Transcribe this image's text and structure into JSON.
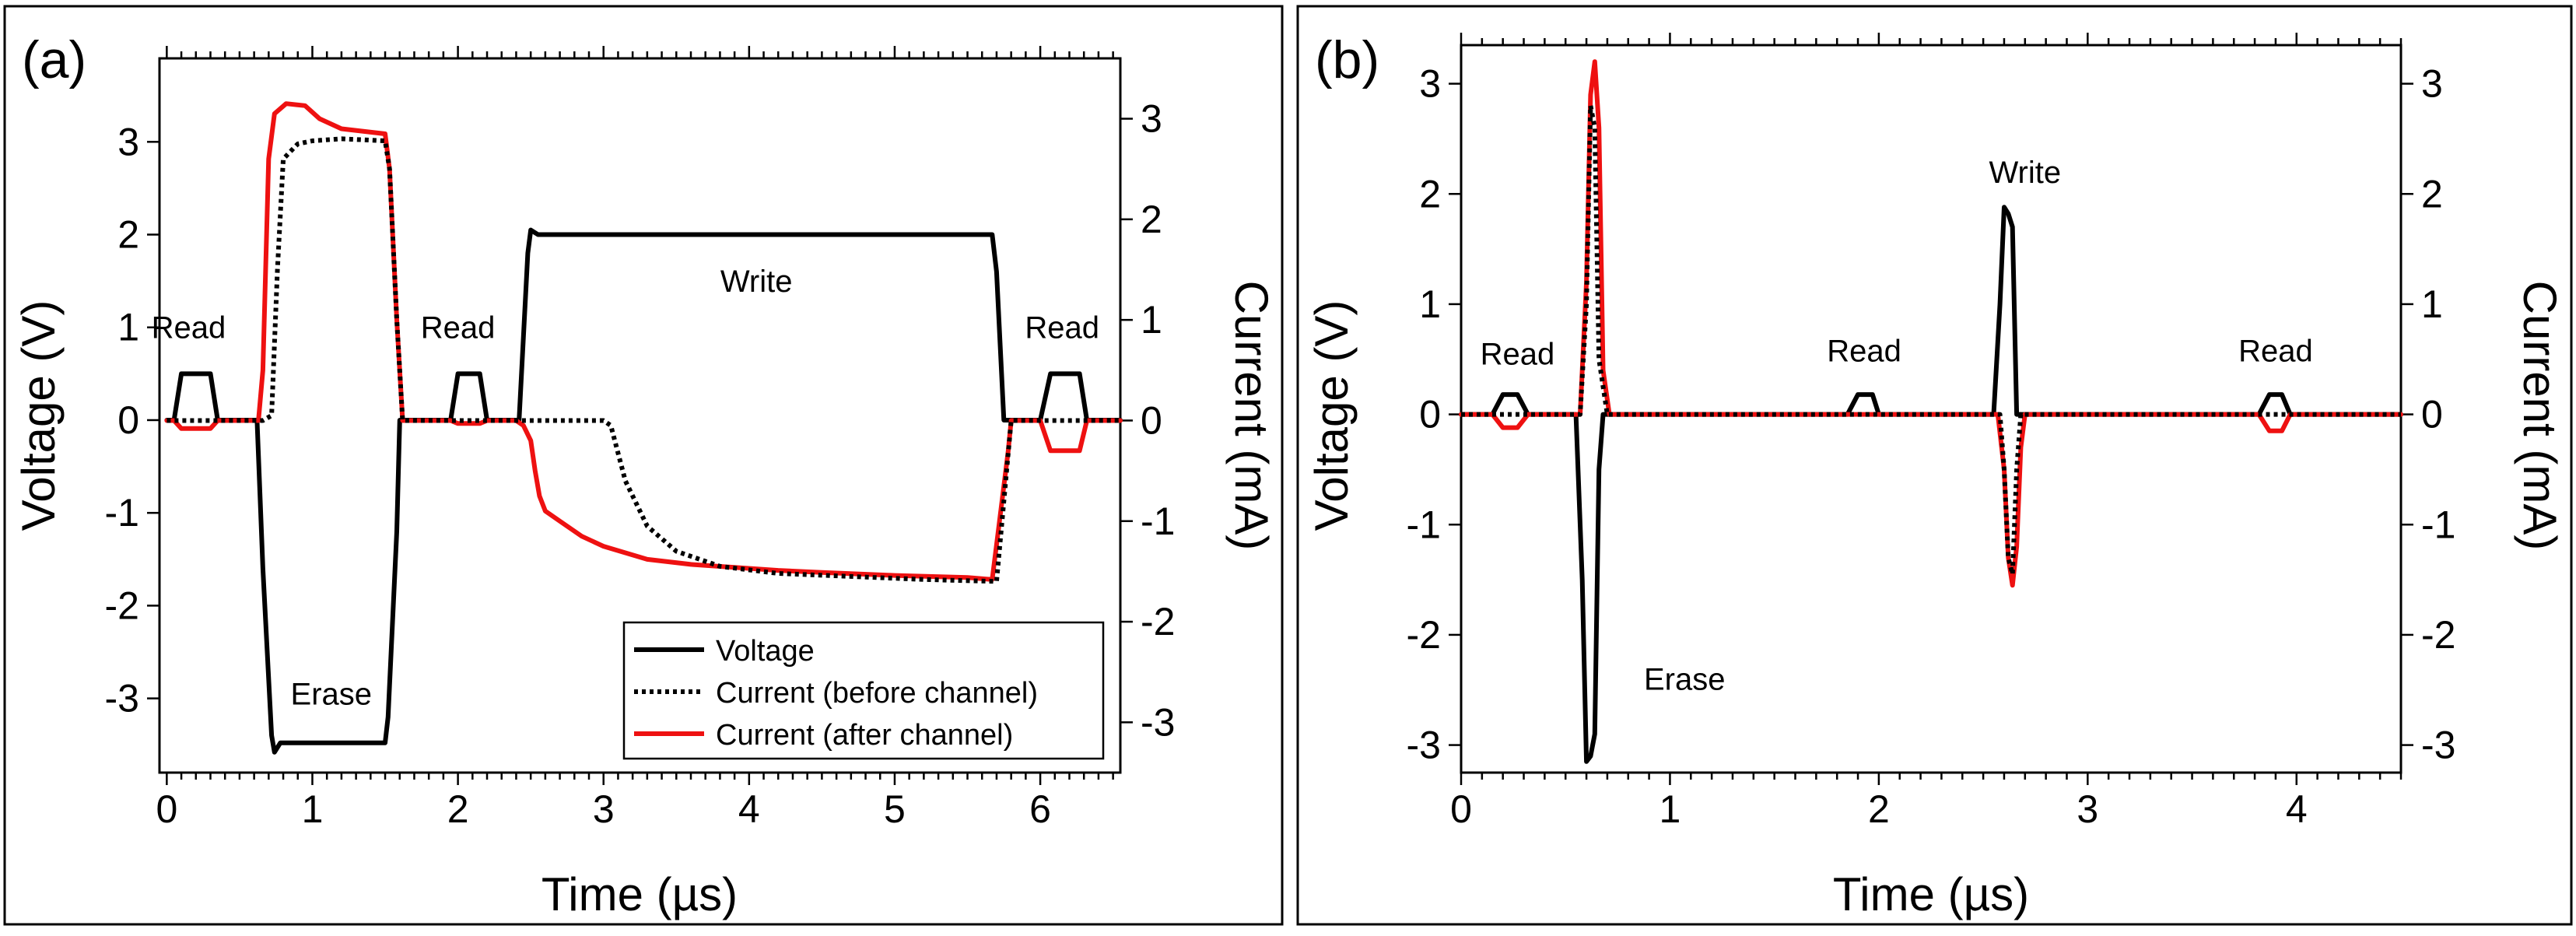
{
  "chart_data": [
    {
      "id": "a",
      "type": "line",
      "panel_label": "(a)",
      "xlabel": "Time (µs)",
      "ylabel_left": "Voltage (V)",
      "ylabel_right": "Current (mA)",
      "xlim": [
        -0.05,
        6.55
      ],
      "ylim_left": [
        -3.8,
        3.9
      ],
      "ylim_right": [
        -3.5,
        3.6
      ],
      "xticks": [
        0,
        1,
        2,
        3,
        4,
        5,
        6
      ],
      "yticks_left": [
        -3,
        -2,
        -1,
        0,
        1,
        2,
        3
      ],
      "yticks_right": [
        -3,
        -2,
        -1,
        0,
        1,
        2,
        3
      ],
      "xtick_labels": [
        "0",
        "1",
        "2",
        "3",
        "4",
        "5",
        "6"
      ],
      "ytick_labels_left": [
        "-3",
        "-2",
        "-1",
        "0",
        "1",
        "2",
        "3"
      ],
      "ytick_labels_right": [
        "-3",
        "-2",
        "-1",
        "0",
        "1",
        "2",
        "3"
      ],
      "legend": {
        "position": "bottom-right",
        "entries": [
          "Voltage",
          "Current (before channel)",
          "Current (after channel)"
        ]
      },
      "annotations": [
        {
          "text": "Read",
          "x": 0.15,
          "y": 1.0
        },
        {
          "text": "Erase",
          "x": 1.13,
          "y": -2.95
        },
        {
          "text": "Read",
          "x": 2.0,
          "y": 1.0
        },
        {
          "text": "Write",
          "x": 4.05,
          "y": 1.5
        },
        {
          "text": "Read",
          "x": 6.15,
          "y": 1.0
        }
      ],
      "series": [
        {
          "name": "Voltage",
          "axis": "left",
          "color": "#000000",
          "dash": "solid",
          "x": [
            0.0,
            0.05,
            0.1,
            0.3,
            0.35,
            0.4,
            0.62,
            0.66,
            0.72,
            0.74,
            0.78,
            1.5,
            1.52,
            1.58,
            1.6,
            1.95,
            2.0,
            2.05,
            2.15,
            2.2,
            2.25,
            2.42,
            2.48,
            2.5,
            2.55,
            5.67,
            5.7,
            5.75,
            6.0,
            6.07,
            6.12,
            6.27,
            6.32,
            6.4,
            6.55
          ],
          "y": [
            0.0,
            0.0,
            0.5,
            0.5,
            0.0,
            0.0,
            0.0,
            -1.6,
            -3.4,
            -3.58,
            -3.48,
            -3.48,
            -3.2,
            -1.2,
            0.0,
            0.0,
            0.5,
            0.5,
            0.5,
            0.0,
            0.0,
            0.0,
            1.8,
            2.05,
            2.0,
            2.0,
            1.6,
            0.0,
            0.0,
            0.5,
            0.5,
            0.5,
            0.0,
            0.0,
            0.0
          ]
        },
        {
          "name": "Current (before channel)",
          "axis": "right",
          "color": "#000000",
          "dash": "dotted",
          "x": [
            0.0,
            0.66,
            0.72,
            0.76,
            0.8,
            0.9,
            1.0,
            1.2,
            1.5,
            1.53,
            1.58,
            1.62,
            3.0,
            3.05,
            3.15,
            3.3,
            3.5,
            3.8,
            4.2,
            4.7,
            5.2,
            5.7,
            5.75,
            5.8,
            6.55
          ],
          "y": [
            0.0,
            0.0,
            0.05,
            1.5,
            2.6,
            2.75,
            2.78,
            2.8,
            2.78,
            2.5,
            1.0,
            0.0,
            0.0,
            -0.05,
            -0.6,
            -1.05,
            -1.3,
            -1.45,
            -1.52,
            -1.55,
            -1.58,
            -1.6,
            -0.8,
            0.0,
            0.0
          ]
        },
        {
          "name": "Current (after channel)",
          "axis": "right",
          "color": "#ee1111",
          "dash": "solid",
          "x": [
            0.0,
            0.05,
            0.1,
            0.3,
            0.35,
            0.4,
            0.63,
            0.66,
            0.7,
            0.74,
            0.82,
            0.95,
            1.05,
            1.2,
            1.5,
            1.53,
            1.58,
            1.62,
            1.95,
            2.0,
            2.15,
            2.2,
            2.4,
            2.45,
            2.5,
            2.53,
            2.56,
            2.6,
            2.7,
            2.85,
            3.0,
            3.3,
            3.6,
            3.9,
            4.2,
            4.5,
            5.0,
            5.5,
            5.67,
            5.72,
            5.78,
            5.8,
            6.0,
            6.07,
            6.12,
            6.27,
            6.32,
            6.4,
            6.55
          ],
          "y": [
            0.0,
            0.0,
            -0.08,
            -0.08,
            0.0,
            0.0,
            0.0,
            0.5,
            2.6,
            3.05,
            3.15,
            3.13,
            3.0,
            2.9,
            2.85,
            2.5,
            1.0,
            0.0,
            0.0,
            -0.03,
            -0.03,
            0.0,
            0.0,
            -0.05,
            -0.2,
            -0.5,
            -0.75,
            -0.9,
            -1.0,
            -1.15,
            -1.25,
            -1.38,
            -1.43,
            -1.46,
            -1.49,
            -1.51,
            -1.54,
            -1.56,
            -1.58,
            -1.0,
            -0.3,
            0.0,
            0.0,
            -0.3,
            -0.3,
            -0.3,
            0.0,
            0.0,
            0.0
          ]
        }
      ]
    },
    {
      "id": "b",
      "type": "line",
      "panel_label": "(b)",
      "xlabel": "Time (µs)",
      "ylabel_left": "Voltage (V)",
      "ylabel_right": "Current (mA)",
      "xlim": [
        0.0,
        4.5
      ],
      "ylim_left": [
        -3.25,
        3.35
      ],
      "ylim_right": [
        -3.25,
        3.35
      ],
      "xticks": [
        0,
        1,
        2,
        3,
        4
      ],
      "yticks_left": [
        -3,
        -2,
        -1,
        0,
        1,
        2,
        3
      ],
      "yticks_right": [
        -3,
        -2,
        -1,
        0,
        1,
        2,
        3
      ],
      "xtick_labels": [
        "0",
        "1",
        "2",
        "3",
        "4"
      ],
      "ytick_labels_left": [
        "-3",
        "-2",
        "-1",
        "0",
        "1",
        "2",
        "3"
      ],
      "ytick_labels_right": [
        "-3",
        "-2",
        "-1",
        "0",
        "1",
        "2",
        "3"
      ],
      "annotations": [
        {
          "text": "Read",
          "x": 0.27,
          "y": 0.55
        },
        {
          "text": "Erase",
          "x": 1.07,
          "y": -2.4
        },
        {
          "text": "Read",
          "x": 1.93,
          "y": 0.58
        },
        {
          "text": "Write",
          "x": 2.7,
          "y": 2.2
        },
        {
          "text": "Read",
          "x": 3.9,
          "y": 0.58
        }
      ],
      "series": [
        {
          "name": "Voltage",
          "axis": "left",
          "color": "#000000",
          "dash": "solid",
          "x": [
            0.0,
            0.15,
            0.2,
            0.27,
            0.32,
            0.55,
            0.58,
            0.6,
            0.62,
            0.64,
            0.66,
            0.68,
            1.85,
            1.9,
            1.97,
            2.0,
            2.55,
            2.58,
            2.6,
            2.62,
            2.64,
            2.66,
            3.82,
            3.87,
            3.93,
            3.97,
            4.5
          ],
          "y": [
            0.0,
            0.0,
            0.18,
            0.18,
            0.0,
            0.0,
            -1.5,
            -3.15,
            -3.1,
            -2.9,
            -0.5,
            0.0,
            0.0,
            0.18,
            0.18,
            0.0,
            0.0,
            1.0,
            1.88,
            1.82,
            1.7,
            0.0,
            0.0,
            0.18,
            0.18,
            0.0,
            0.0
          ]
        },
        {
          "name": "Current (before channel)",
          "axis": "right",
          "color": "#000000",
          "dash": "dotted",
          "x": [
            0.0,
            0.57,
            0.6,
            0.62,
            0.64,
            0.66,
            0.7,
            2.58,
            2.6,
            2.62,
            2.64,
            2.66,
            2.68,
            4.5
          ],
          "y": [
            0.0,
            0.0,
            1.0,
            2.8,
            2.6,
            0.5,
            0.0,
            0.0,
            -0.5,
            -1.3,
            -1.45,
            -0.5,
            0.0,
            0.0
          ]
        },
        {
          "name": "Current (after channel)",
          "axis": "right",
          "color": "#ee1111",
          "dash": "solid",
          "x": [
            0.0,
            0.15,
            0.2,
            0.27,
            0.32,
            0.57,
            0.6,
            0.62,
            0.64,
            0.66,
            0.68,
            0.71,
            2.57,
            2.6,
            2.62,
            2.64,
            2.66,
            2.68,
            2.7,
            3.82,
            3.87,
            3.93,
            3.97,
            4.5
          ],
          "y": [
            0.0,
            0.0,
            -0.12,
            -0.12,
            0.0,
            0.0,
            1.2,
            2.9,
            3.2,
            2.6,
            0.4,
            0.0,
            0.0,
            -0.5,
            -1.3,
            -1.55,
            -1.2,
            -0.3,
            0.0,
            0.0,
            -0.15,
            -0.15,
            0.0,
            0.0
          ]
        }
      ]
    }
  ]
}
